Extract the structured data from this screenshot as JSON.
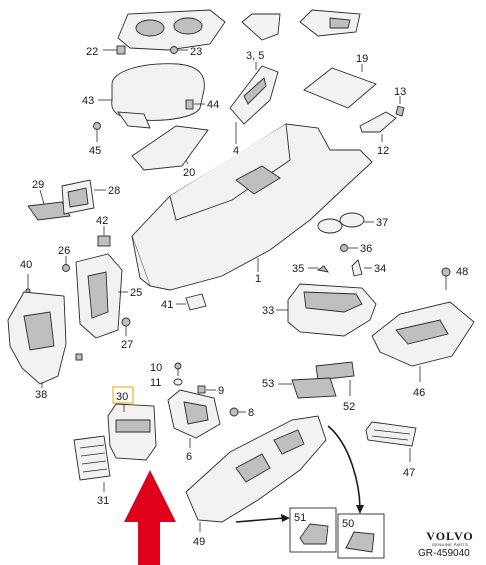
{
  "callouts": {
    "c1": "1",
    "c3_5": "3, 5",
    "c4": "4",
    "c6": "6",
    "c8": "8",
    "c9": "9",
    "c10": "10",
    "c11": "11",
    "c12": "12",
    "c13": "13",
    "c19": "19",
    "c20": "20",
    "c22": "22",
    "c23": "23",
    "c25": "25",
    "c26": "26",
    "c27": "27",
    "c28": "28",
    "c29": "29",
    "c30": "30",
    "c31": "31",
    "c33": "33",
    "c34": "34",
    "c35": "35",
    "c36": "36",
    "c37": "37",
    "c38": "38",
    "c40": "40",
    "c41": "41",
    "c42": "42",
    "c43": "43",
    "c44": "44",
    "c45": "45",
    "c46": "46",
    "c47": "47",
    "c48": "48",
    "c49": "49",
    "c50": "50",
    "c51": "51",
    "c52": "52",
    "c53": "53"
  },
  "brand": {
    "name": "VOLVO",
    "tagline": "GENUINE PARTS"
  },
  "drawing_number": "GR-459040",
  "colors": {
    "highlight_box": "#e0a800",
    "indicator_arrow": "#e0001b",
    "line_art": "#2b2b2b"
  }
}
